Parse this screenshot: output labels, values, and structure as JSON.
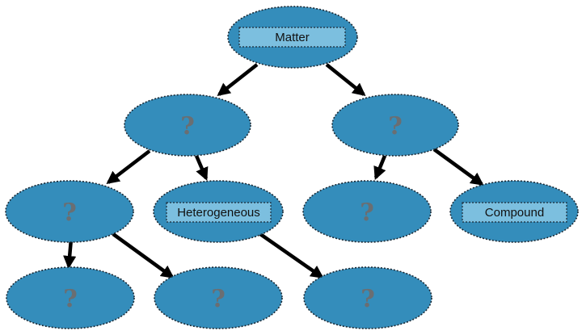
{
  "diagram": {
    "nodes": {
      "matter": {
        "label": "Matter"
      },
      "left_mid": {
        "label": "?"
      },
      "right_mid": {
        "label": "?"
      },
      "left_low": {
        "label": "?"
      },
      "heterogeneous": {
        "label": "Heterogeneous"
      },
      "right_low_left": {
        "label": "?"
      },
      "compound": {
        "label": "Compound"
      },
      "bottom_1": {
        "label": "?"
      },
      "bottom_2": {
        "label": "?"
      },
      "bottom_3": {
        "label": "?"
      }
    },
    "colors": {
      "node_fill": "#348dbb",
      "label_box_fill": "#7cbfdf",
      "placeholder_text": "#6a6e72",
      "arrow": "#000000"
    }
  }
}
